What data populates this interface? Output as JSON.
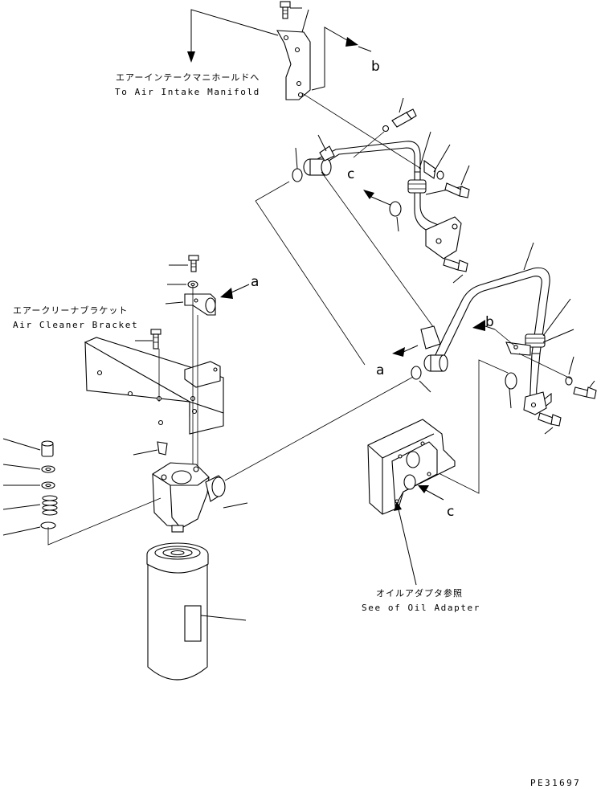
{
  "labels": {
    "air_intake_jp": "エアーインテークマニホールドへ",
    "air_intake_en": "To Air Intake Manifold",
    "air_cleaner_jp": "エアークリーナブラケット",
    "air_cleaner_en": "Air Cleaner Bracket",
    "oil_adapter_jp": "オイルアダプタ参照",
    "oil_adapter_en": "See of Oil Adapter",
    "drawing_code": "PE31697"
  },
  "refs": {
    "a1": "a",
    "a2": "a",
    "b1": "b",
    "b2": "b",
    "c1": "c",
    "c2": "c"
  }
}
